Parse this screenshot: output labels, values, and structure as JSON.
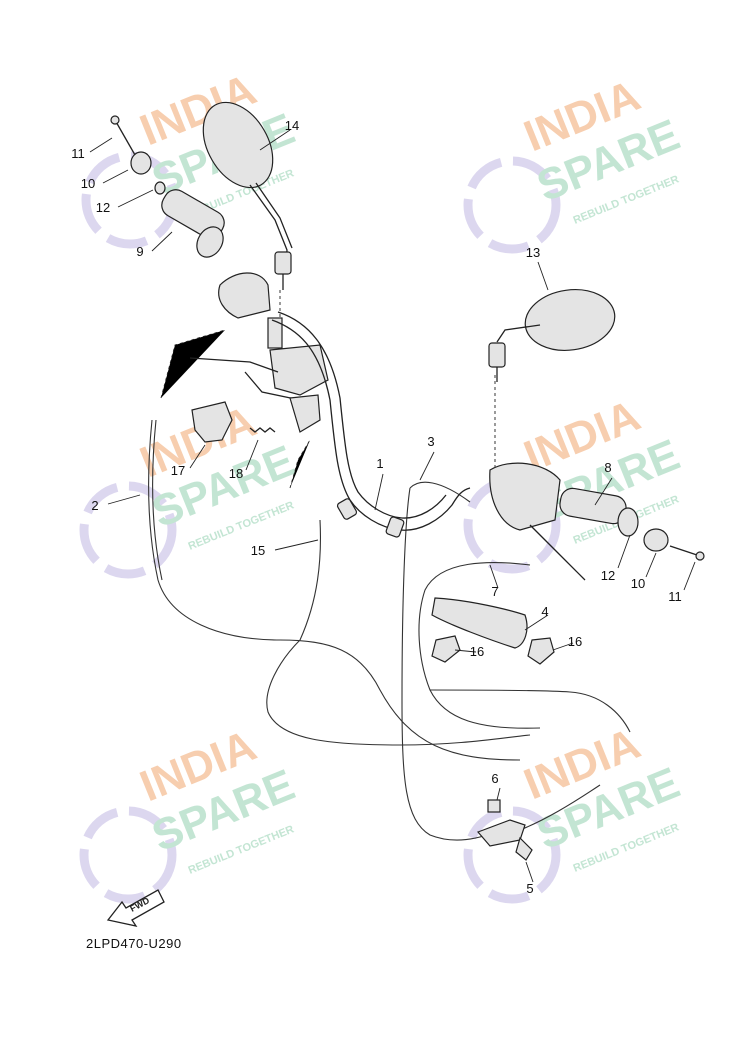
{
  "diagram": {
    "drawing_code": "2LPD470-U290",
    "fwd_label": "FWD",
    "watermark": {
      "line1": "INDIA",
      "line2": "SPARE",
      "tagline": "REBUILD TOGETHER",
      "color_line1": "#f6c9a6",
      "color_line2": "#bde3cf",
      "color_logo": "#d9d3ee"
    },
    "callouts": [
      {
        "id": "c11a",
        "label": "11"
      },
      {
        "id": "c10a",
        "label": "10"
      },
      {
        "id": "c12a",
        "label": "12"
      },
      {
        "id": "c9",
        "label": "9"
      },
      {
        "id": "c14",
        "label": "14"
      },
      {
        "id": "c13",
        "label": "13"
      },
      {
        "id": "c3",
        "label": "3"
      },
      {
        "id": "c1",
        "label": "1"
      },
      {
        "id": "c8",
        "label": "8"
      },
      {
        "id": "c2",
        "label": "2"
      },
      {
        "id": "c17",
        "label": "17"
      },
      {
        "id": "c18",
        "label": "18"
      },
      {
        "id": "c15",
        "label": "15"
      },
      {
        "id": "c7",
        "label": "7"
      },
      {
        "id": "c12b",
        "label": "12"
      },
      {
        "id": "c10b",
        "label": "10"
      },
      {
        "id": "c11b",
        "label": "11"
      },
      {
        "id": "c4",
        "label": "4"
      },
      {
        "id": "c16a",
        "label": "16"
      },
      {
        "id": "c16b",
        "label": "16"
      },
      {
        "id": "c6",
        "label": "6"
      },
      {
        "id": "c5",
        "label": "5"
      }
    ]
  }
}
